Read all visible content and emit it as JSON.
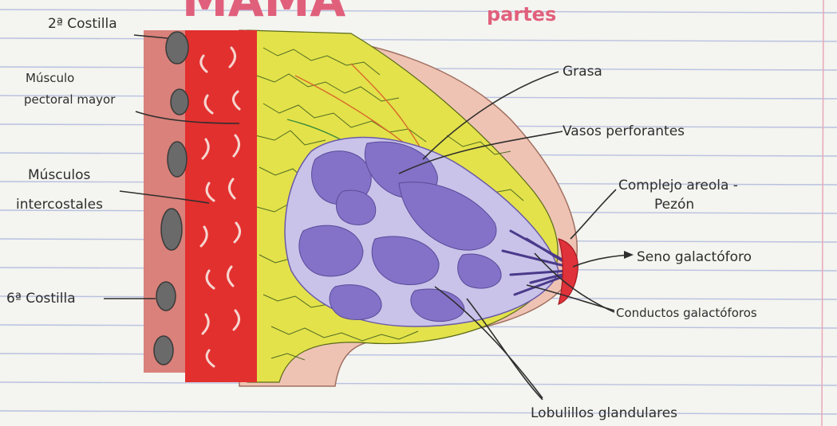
{
  "diagram": {
    "title": "MAMA",
    "subtitle": "partes",
    "labels": {
      "costilla2": "2ª Costilla",
      "musculo": "Músculo",
      "pectoral_mayor": "pectoral mayor",
      "musculos": "Músculos",
      "intercostales": "intercostales",
      "costilla6": "6ª Costilla",
      "grasa": "Grasa",
      "vasos": "Vasos perforantes",
      "complejo": "Complejo areola -",
      "pezon": "Pezón",
      "seno": "Seno galactóforo",
      "conductos": "Conductos galactóforos",
      "lobulillos": "Lobulillos glandulares"
    }
  },
  "colors": {
    "paper": "#f4f4f0",
    "rule_line": "#b9c1e0",
    "margin_line": "#e8a8b8",
    "rib_wall": "#d9817a",
    "rib": "#6a6a6a",
    "muscle": "#e2302f",
    "fat": "#e3e24a",
    "skin": "#efc3b4",
    "gland": "#8472c8",
    "gland_light": "#c9c3ea",
    "nipple": "#e0323a",
    "ink": "#2e2e2e",
    "title": "#e0607c"
  }
}
